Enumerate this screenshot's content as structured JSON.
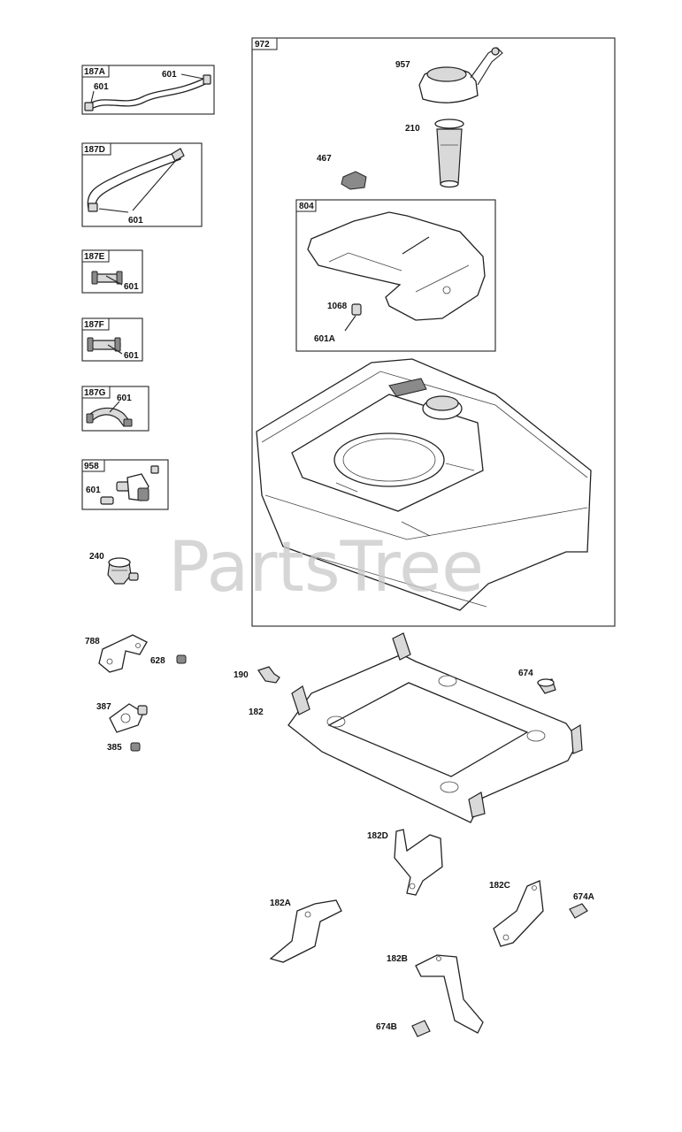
{
  "watermark": "PartsTree",
  "boxes": {
    "b187A": "187A",
    "b187D": "187D",
    "b187E": "187E",
    "b187F": "187F",
    "b187G": "187G",
    "b958": "958",
    "b972": "972",
    "b804": "804"
  },
  "labels": {
    "l601_187A_a": "601",
    "l601_187A_b": "601",
    "l601_187D": "601",
    "l601_187E": "601",
    "l601_187F": "601",
    "l601_187G": "601",
    "l601_958": "601",
    "l240": "240",
    "l788": "788",
    "l628": "628",
    "l387": "387",
    "l385": "385",
    "l957": "957",
    "l210": "210",
    "l467": "467",
    "l1068": "1068",
    "l601A": "601A",
    "l190": "190",
    "l182": "182",
    "l674": "674",
    "l182D": "182D",
    "l182C": "182C",
    "l674A": "674A",
    "l182A": "182A",
    "l182B": "182B",
    "l674B": "674B"
  }
}
